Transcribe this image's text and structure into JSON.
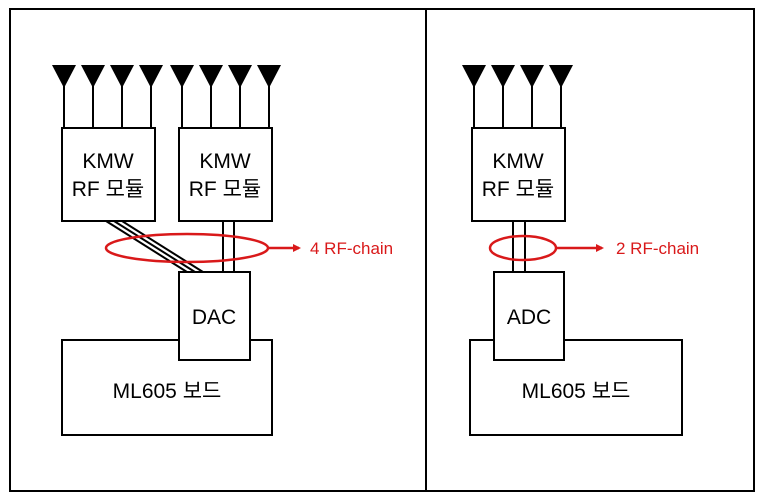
{
  "colors": {
    "line": "#000000",
    "annotation": "#d9191a",
    "background": "#ffffff"
  },
  "icons": {
    "antenna": "antenna-icon"
  },
  "left_panel": {
    "rf_module_1": {
      "line1": "KMW",
      "line2": "RF 모듈"
    },
    "rf_module_2": {
      "line1": "KMW",
      "line2": "RF 모듈"
    },
    "converter": "DAC",
    "board": "ML605 보드",
    "annotation": "4 RF-chain"
  },
  "right_panel": {
    "rf_module": {
      "line1": "KMW",
      "line2": "RF 모듈"
    },
    "converter": "ADC",
    "board": "ML605 보드",
    "annotation": "2 RF-chain"
  }
}
